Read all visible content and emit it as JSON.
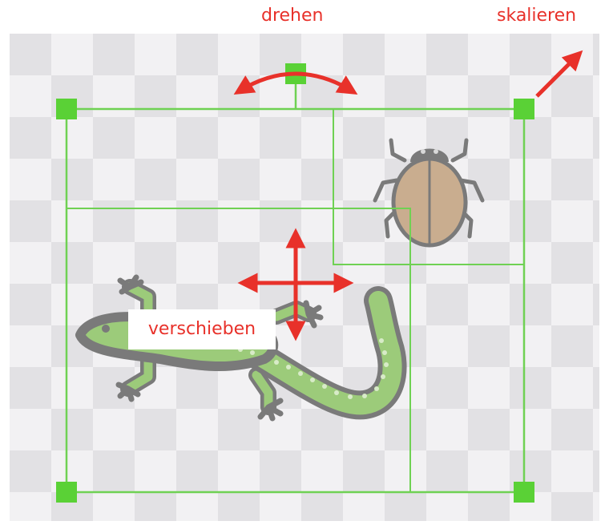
{
  "labels": {
    "rotate": "drehen",
    "scale": "skalieren",
    "move": "verschieben"
  },
  "colors": {
    "label_text": "#e8312a",
    "arrow": "#e8312a",
    "handle": "#5ad136",
    "frame_line": "#6fd153",
    "checker_light": "#f2f1f3",
    "checker_dark": "#e2e1e4",
    "bug_body": "#c9ad8f",
    "bug_outline": "#7a7a7a",
    "lizard_body": "#9ccb7a",
    "lizard_outline": "#7a7a7a"
  },
  "icons": [
    "rotate-arrow-icon",
    "scale-arrow-icon",
    "move-cross-arrow-icon",
    "bug-icon",
    "lizard-icon"
  ]
}
